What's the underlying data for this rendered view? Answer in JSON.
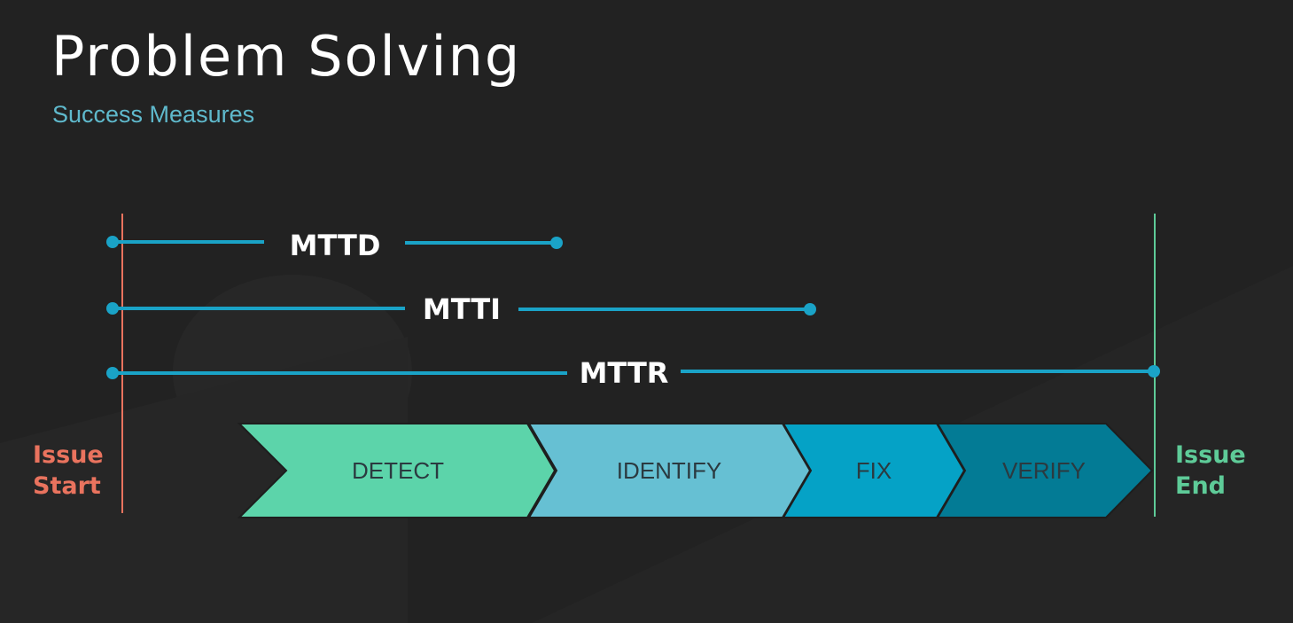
{
  "slide": {
    "title": "Problem Solving",
    "subtitle": "Success Measures"
  },
  "labels": {
    "issue_start": [
      "Issue",
      "Start"
    ],
    "issue_end": [
      "Issue",
      "End"
    ]
  },
  "measures": [
    {
      "label": "MTTD",
      "ends_at_stage": "DETECT"
    },
    {
      "label": "MTTI",
      "ends_at_stage": "IDENTIFY"
    },
    {
      "label": "MTTR",
      "ends_at_stage": "VERIFY"
    }
  ],
  "stages": [
    {
      "label": "DETECT",
      "color": "#5cd4aa"
    },
    {
      "label": "IDENTIFY",
      "color": "#66c0d3"
    },
    {
      "label": "FIX",
      "color": "#05a2c6"
    },
    {
      "label": "VERIFY",
      "color": "#037b95"
    }
  ],
  "colors": {
    "background": "#222222",
    "title": "#ffffff",
    "subtitle": "#5fb9cc",
    "measure_line": "#1aa3c7",
    "issue_start": "#e9735e",
    "issue_end": "#5ecb98",
    "stage_text": "#2b3a40"
  }
}
